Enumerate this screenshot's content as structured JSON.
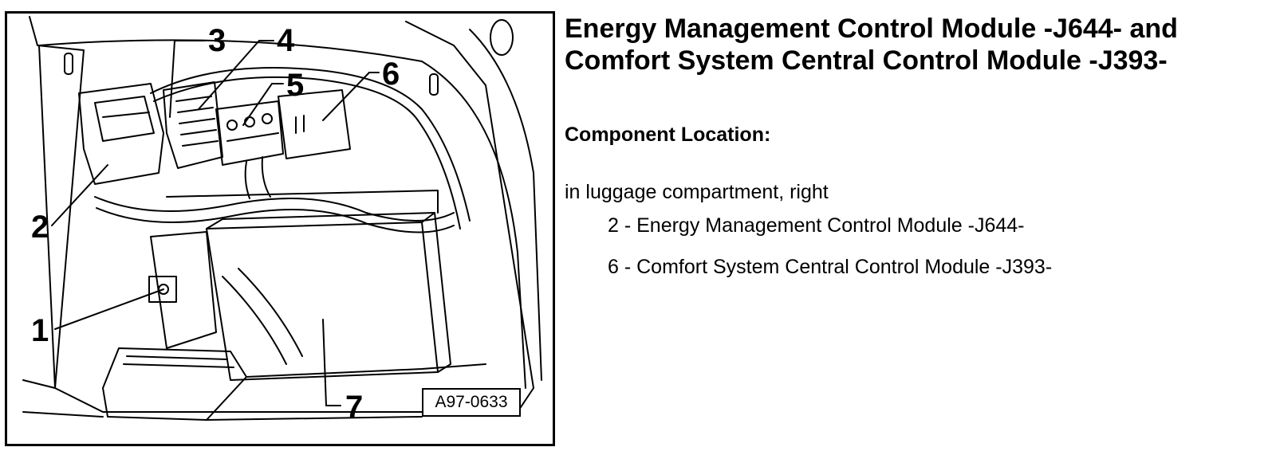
{
  "document": {
    "title_line_1": "Energy Management Control Module -J644- and",
    "title_line_2": "Comfort System Central Control Module -J393-",
    "section_heading": "Component Location:",
    "location_text": "in luggage compartment, right",
    "legend": [
      {
        "number": "2",
        "separator": " - ",
        "label": "Energy Management Control Module -J644-"
      },
      {
        "number": "6",
        "separator": " - ",
        "label": "Comfort System Central Control Module -J393-"
      }
    ]
  },
  "figure": {
    "figure_id": "A97-0633",
    "callouts": [
      "1",
      "2",
      "3",
      "4",
      "5",
      "6",
      "7"
    ]
  }
}
